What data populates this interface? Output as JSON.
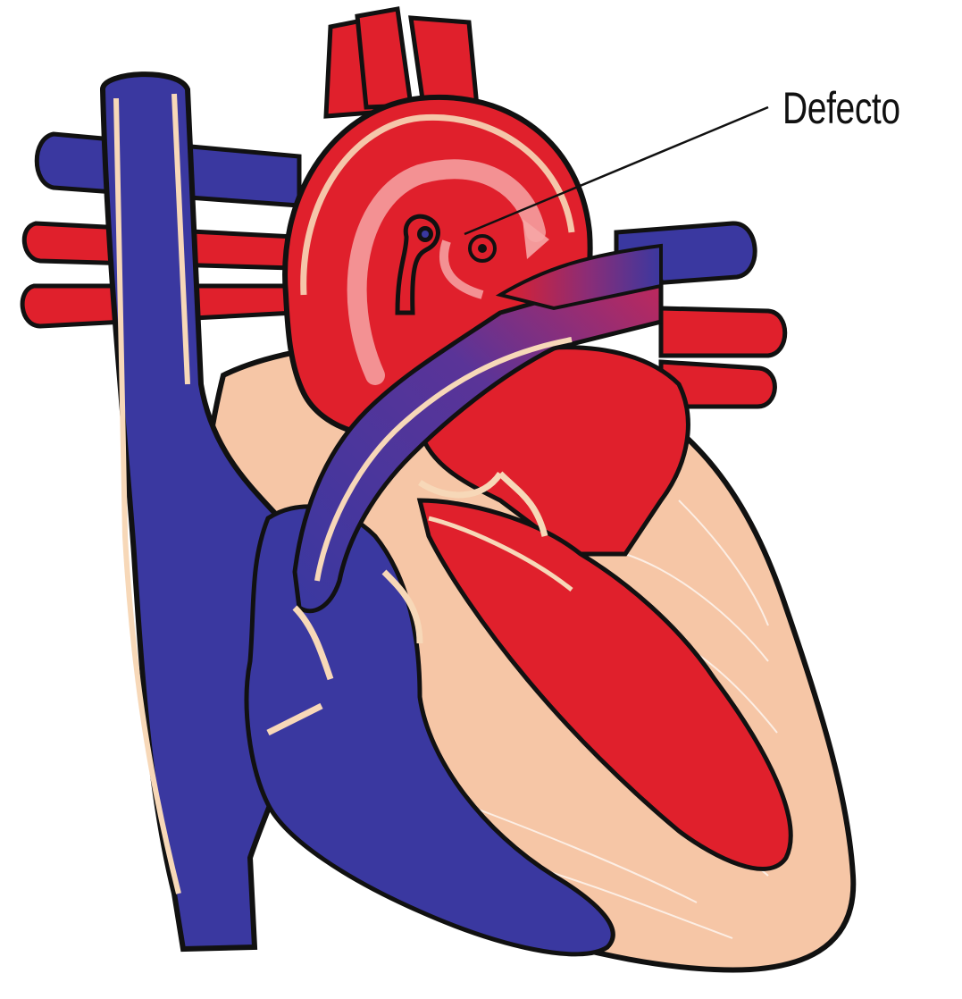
{
  "callout": {
    "label": "Defecto"
  },
  "colors": {
    "oxygenated": "#e0202c",
    "deoxygenated": "#3a38a0",
    "muscle": "#f6c6a6",
    "outline": "#111111",
    "lining": "#f7d8b8",
    "background": "#ffffff"
  },
  "icons": [
    "heart-illustration",
    "defect-marker",
    "flow-arrow"
  ]
}
